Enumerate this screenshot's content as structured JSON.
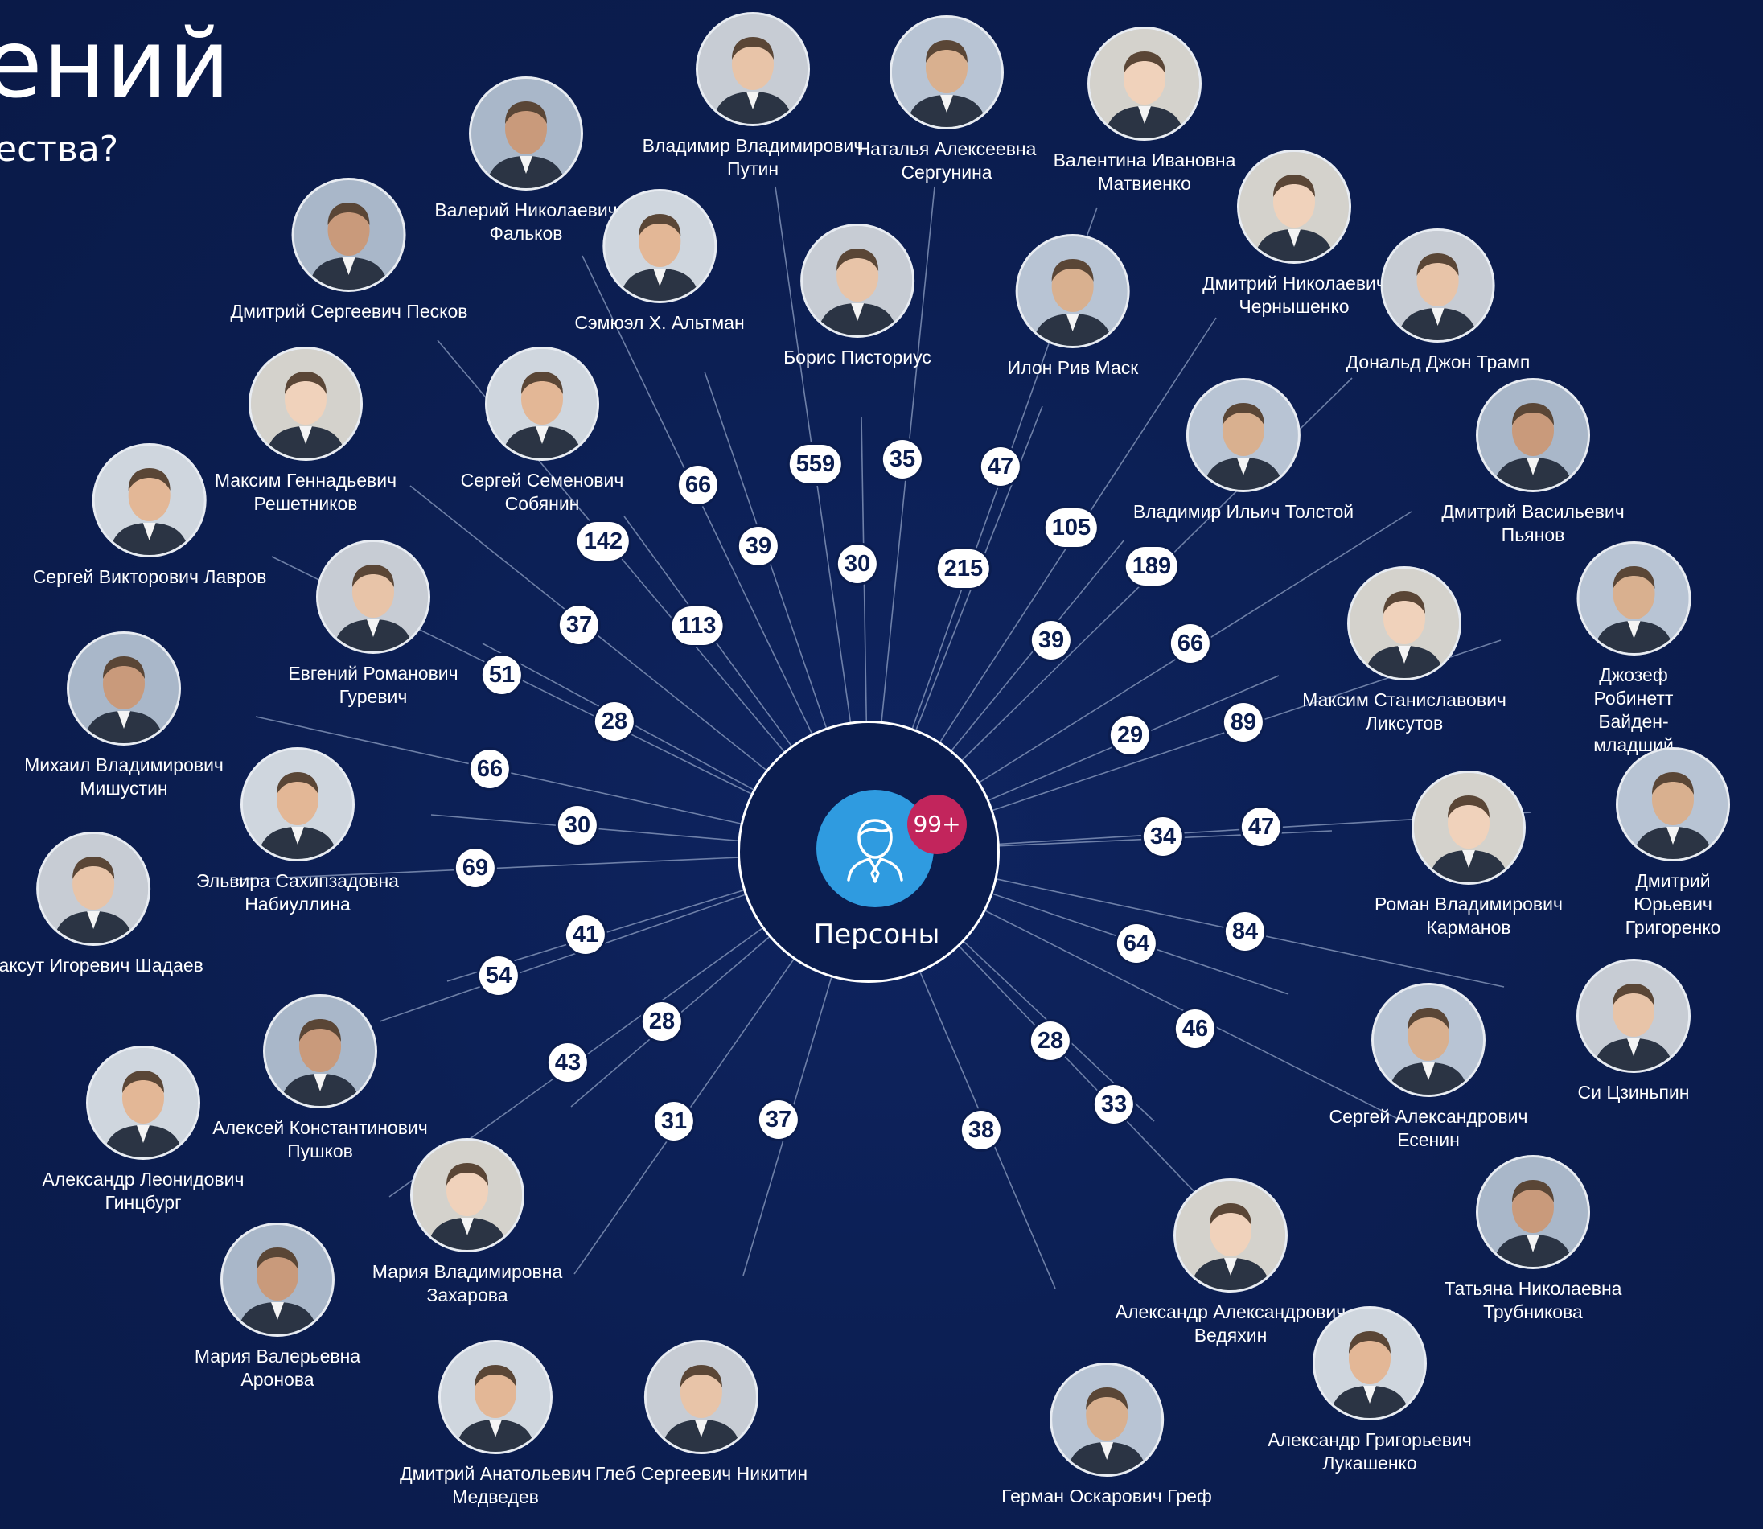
{
  "header": {
    "title": "ений",
    "subtitle": "ества?"
  },
  "hub": {
    "label": "Персоны",
    "count_badge": "99+"
  },
  "persons": [
    {
      "name": "Владимир Владимирович Путин",
      "count": "559"
    },
    {
      "name": "Наталья Алексеевна Сергунина",
      "count": "35"
    },
    {
      "name": "Валентина Ивановна Матвиенко",
      "count": "47"
    },
    {
      "name": "Валерий Николаевич Фальков",
      "count": "66"
    },
    {
      "name": "Сэмюэл Х. Альтман",
      "count": "39"
    },
    {
      "name": "Борис Писториус",
      "count": "30"
    },
    {
      "name": "Илон Рив Маск",
      "count": "215"
    },
    {
      "name": "Дмитрий Николаевич Чернышенко",
      "count": "105"
    },
    {
      "name": "Дмитрий Сергеевич Песков",
      "count": "142"
    },
    {
      "name": "Сергей Семенович Собянин",
      "count": "113"
    },
    {
      "name": "Дональд Джон Трамп",
      "count": "189"
    },
    {
      "name": "Владимир Ильич Толстой",
      "count": "39"
    },
    {
      "name": "Максим Геннадьевич Решетников",
      "count": "37"
    },
    {
      "name": "Дмитрий Васильевич Пьянов",
      "count": "66"
    },
    {
      "name": "Сергей Викторович Лавров",
      "count": "51"
    },
    {
      "name": "Евгений Романович Гуревич",
      "count": "28"
    },
    {
      "name": "Джозеф Робинетт Байден-младший",
      "count": "89"
    },
    {
      "name": "Максим Станиславович Ликсутов",
      "count": "29"
    },
    {
      "name": "Михаил Владимирович Мишустин",
      "count": "66"
    },
    {
      "name": "Эльвира Сахипзадовна Набиуллина",
      "count": "30"
    },
    {
      "name": "Максут Игоревич Шадаев",
      "count": "69"
    },
    {
      "name": "Дмитрий Юрьевич Григоренко",
      "count": "47"
    },
    {
      "name": "Роман Владимирович Карманов",
      "count": "34"
    },
    {
      "name": "Алексей Константинович Пушков",
      "count": "41"
    },
    {
      "name": "Александр Леонидович Гинцбург",
      "count": "54"
    },
    {
      "name": "Си Цзиньпин",
      "count": "84"
    },
    {
      "name": "Сергей Александрович Есенин",
      "count": "64"
    },
    {
      "name": "Мария Владимировна Захарова",
      "count": "28"
    },
    {
      "name": "Мария Валерьевна Аронова",
      "count": "43"
    },
    {
      "name": "Дмитрий Анатольевич Медведев",
      "count": "31"
    },
    {
      "name": "Глеб Сергеевич Никитин",
      "count": "37"
    },
    {
      "name": "Герман Оскарович Греф",
      "count": "38"
    },
    {
      "name": "Александр Александрович Ведяхин",
      "count": "28"
    },
    {
      "name": "Татьяна Николаевна Трубникова",
      "count": "46"
    },
    {
      "name": "Александр Григорьевич Лукашенко",
      "count": "33"
    }
  ]
}
